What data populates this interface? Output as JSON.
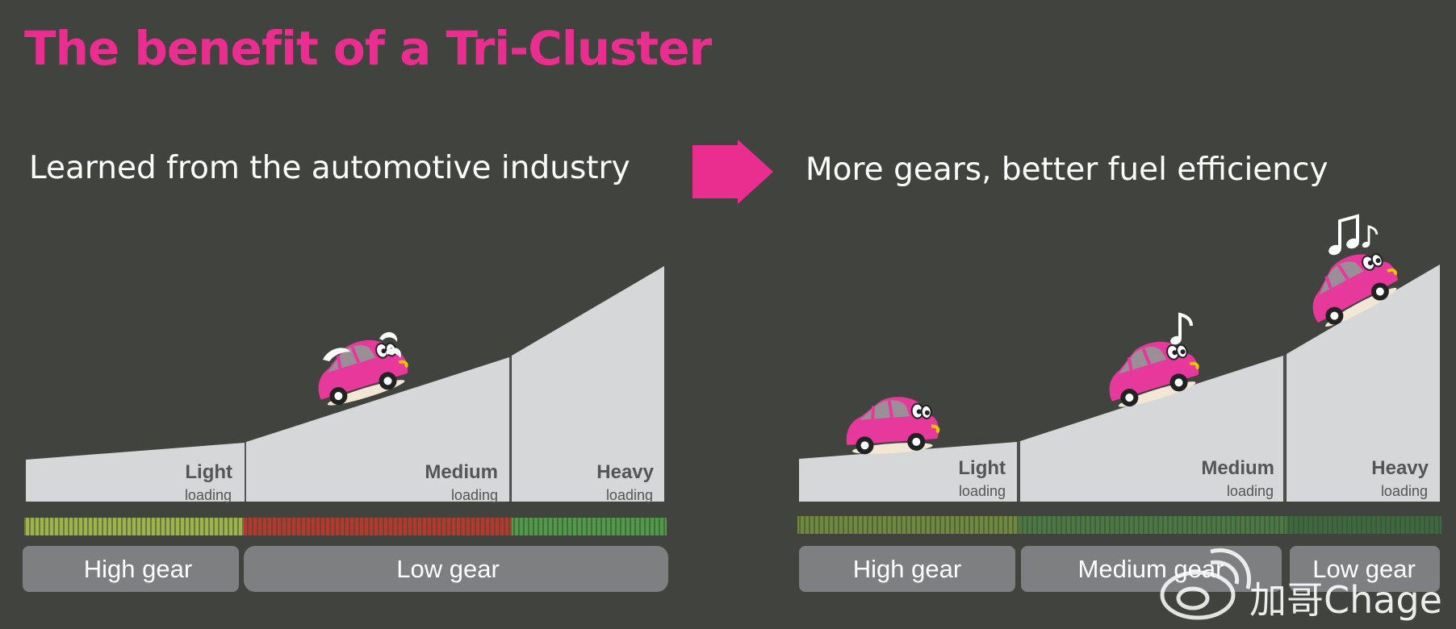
{
  "title": "The benefit of a Tri-Cluster",
  "left_panel": {
    "caption": "Learned from the automotive industry",
    "slopes": [
      {
        "main": "Light",
        "sub": "loading"
      },
      {
        "main": "Medium",
        "sub": "loading"
      },
      {
        "main": "Heavy",
        "sub": "loading"
      }
    ],
    "gears": [
      "High gear",
      "Low gear"
    ]
  },
  "right_panel": {
    "caption": "More gears, better fuel efficiency",
    "slopes": [
      {
        "main": "Light",
        "sub": "loading"
      },
      {
        "main": "Medium",
        "sub": "loading"
      },
      {
        "main": "Heavy",
        "sub": "loading"
      }
    ],
    "gears": [
      "High gear",
      "Medium gear",
      "Low gear"
    ]
  },
  "watermark": "加哥Chage",
  "colors": {
    "background": "#40433e",
    "accent": "#e92e8f",
    "slope_fill": "#d6d7d8",
    "gear_box": "#7e7f81",
    "bar_yellow_green": "#9db44a",
    "bar_red": "#b23a2c",
    "bar_green": "#4e9a47"
  },
  "icons": [
    "arrow-right-icon",
    "car-icon",
    "music-note-icon",
    "sweat-drop-icon",
    "weibo-logo-icon"
  ]
}
